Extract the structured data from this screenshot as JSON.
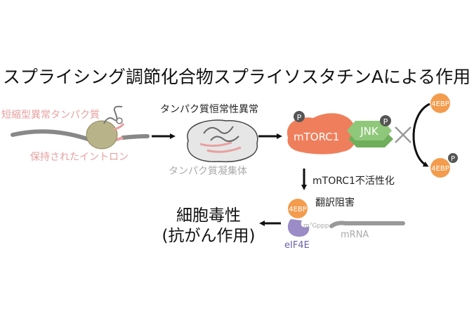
{
  "title": "スプライシング調節化合物スプライソスタチンAによる作用",
  "labels": {
    "truncated_protein": "短縮型異常タンパク質",
    "retained_intron": "保持されたイントロン",
    "proteostasis_abnormal": "タンパク質恒常性異常",
    "protein_aggregate": "タンパク質凝集体",
    "mtorc1": "mTORC1",
    "jnk": "JNK",
    "phospho": "P",
    "four_ebp": "4EBP",
    "mtorc1_inactivation": "mTORC1不活性化",
    "translation_inhibition": "翻訳阻害",
    "cap": "m⁷Gppp",
    "mrna": "mRNA",
    "eif4e": "eIF4E",
    "cytotoxicity_line1": "細胞毒性",
    "cytotoxicity_line2": "(抗がん作用)"
  },
  "colors": {
    "pink_text": "#e8a0a0",
    "gray_text": "#aaaaaa",
    "mtorc1_fill": "#ef7f5c",
    "jnk_fill": "#8fc87a",
    "four_ebp_fill": "#f39c4d",
    "eif4e_fill": "#9b8bc6",
    "eif4e_text": "#6b5fa8",
    "phospho_fill": "#555555",
    "ribosome_fill": "#b9b38a",
    "dark": "#222222"
  },
  "icons": [
    "right-arrow-icon",
    "down-arrow-icon",
    "left-arrow-icon",
    "curved-arrow-icon",
    "inhibition-cross-icon"
  ]
}
